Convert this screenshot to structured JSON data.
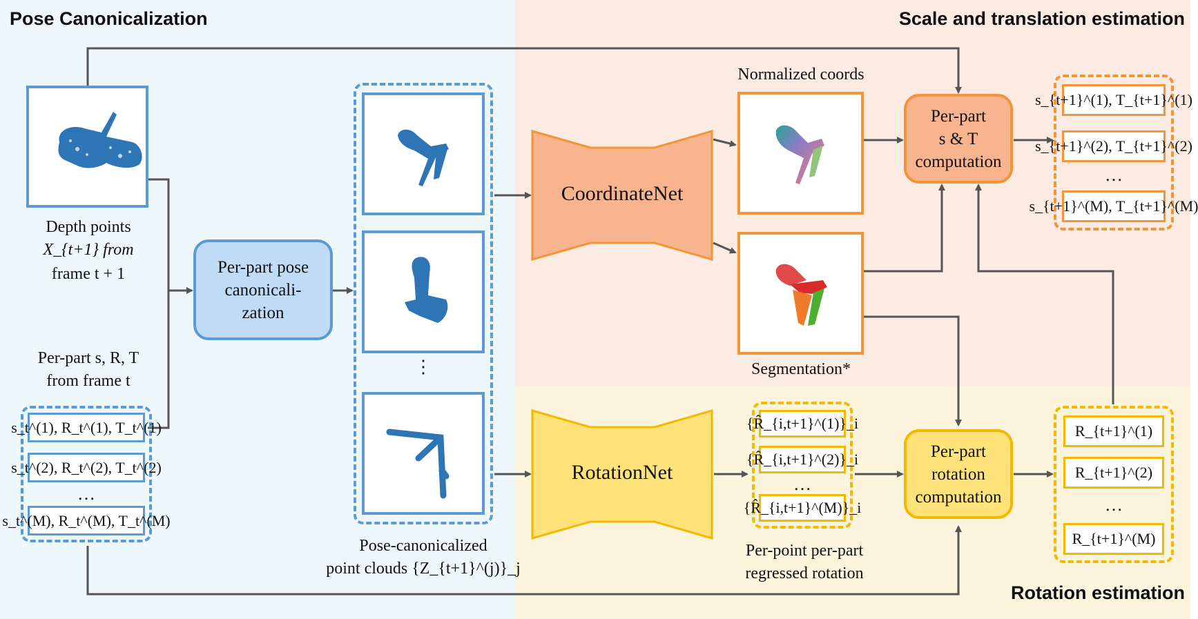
{
  "sections": {
    "pose_canonicalization": "Pose Canonicalization",
    "scale_translation": "Scale and translation estimation",
    "rotation_estimation": "Rotation estimation"
  },
  "input": {
    "depth_line1": "Depth points",
    "depth_line2": "X_{t+1}  from",
    "depth_line3": "frame t + 1",
    "prev_line1": "Per-part s, R, T",
    "prev_line2": "from frame t",
    "prev_items": [
      "s_t^(1), R_t^(1), T_t^(1)",
      "s_t^(2), R_t^(2), T_t^(2)",
      "s_t^(M), R_t^(M), T_t^(M)"
    ],
    "ellipsis": "…"
  },
  "canon_box": {
    "line1": "Per-part pose",
    "line2": "canonicali-",
    "line3": "zation"
  },
  "point_clouds": {
    "label_line1": "Pose-canonicalized",
    "label_line2": "point clouds {Z_{t+1}^(j)}_j",
    "ellipsis": "⋮"
  },
  "networks": {
    "coordinate": "CoordinateNet",
    "rotation": "RotationNet"
  },
  "outputs": {
    "normalized_coords": "Normalized coords",
    "segmentation": "Segmentation*",
    "regressed_items": [
      "{R̂_{i,t+1}^(1)}_i",
      "{R̂_{i,t+1}^(2)}_i",
      "{R̂_{i,t+1}^(M)}_i"
    ],
    "regressed_label_line1": "Per-point per-part",
    "regressed_label_line2": "regressed rotation",
    "ellipsis": "…"
  },
  "st_box": {
    "line1": "Per-part",
    "line2": "s & T",
    "line3": "computation"
  },
  "rot_box": {
    "line1": "Per-part",
    "line2": "rotation",
    "line3": "computation"
  },
  "st_results": [
    "s_{t+1}^(1), T_{t+1}^(1)",
    "s_{t+1}^(2), T_{t+1}^(2)",
    "s_{t+1}^(M), T_{t+1}^(M)"
  ],
  "rot_results": [
    "R_{t+1}^(1)",
    "R_{t+1}^(2)",
    "R_{t+1}^(M)"
  ],
  "ellipsis": "…",
  "colors": {
    "blue_region": "#eef8fb",
    "orange_region": "#fcebe2",
    "yellow_region": "#fcf4dd",
    "blue": "#5b9bd5",
    "orange": "#f29437",
    "yellow": "#f5b800",
    "arrow": "#555555"
  }
}
